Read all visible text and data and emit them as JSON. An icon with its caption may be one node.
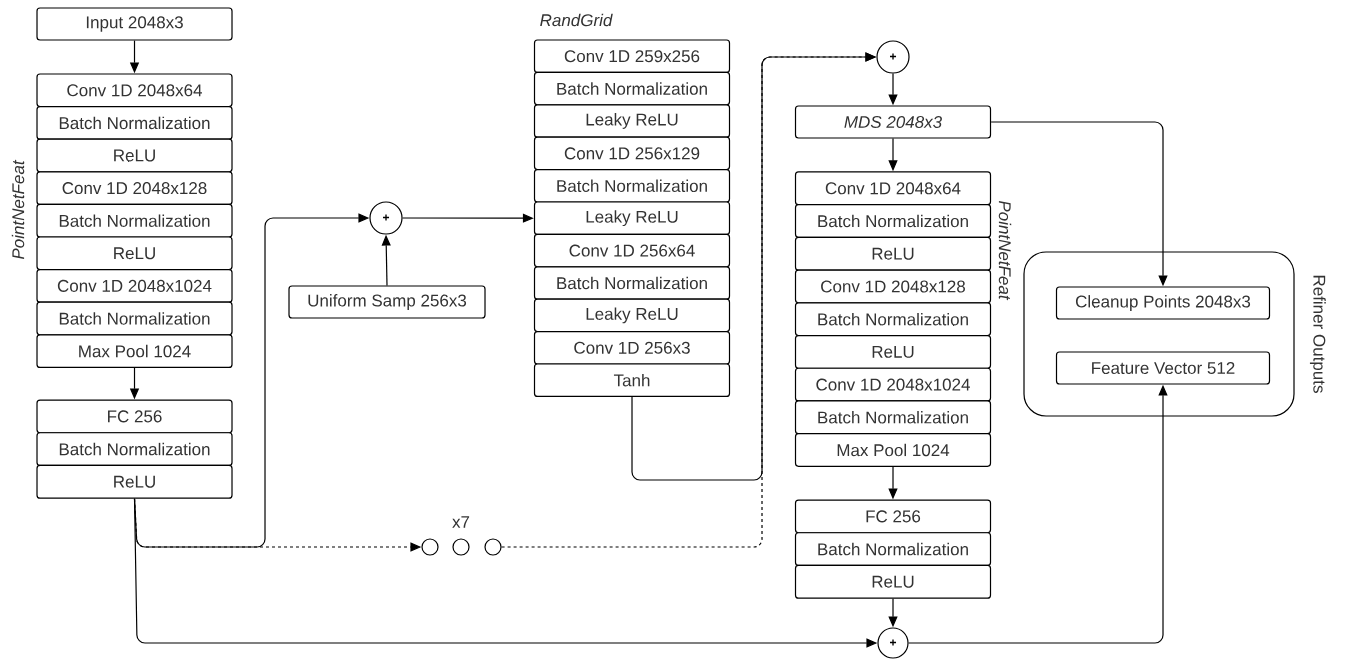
{
  "diagram": {
    "nodes": [
      {
        "text": [
          "Input 2048x3"
        ]
      },
      {
        "text": [
          "Conv 1D 2048x64"
        ]
      },
      {
        "text": [
          "Batch Normalization"
        ]
      },
      {
        "text": [
          "ReLU"
        ]
      },
      {
        "text": [
          "Conv 1D 2048x128"
        ]
      },
      {
        "text": [
          "Batch Normalization"
        ]
      },
      {
        "text": [
          "ReLU"
        ]
      },
      {
        "text": [
          "Conv 1D 2048x1024"
        ]
      },
      {
        "text": [
          "Batch Normalization"
        ]
      },
      {
        "text": [
          "Max Pool 1024"
        ]
      },
      {
        "text": [
          "FC 256"
        ]
      },
      {
        "text": [
          "Batch Normalization"
        ]
      },
      {
        "text": [
          "ReLU"
        ]
      },
      {
        "text": [
          "Uniform Samp 256x3"
        ]
      },
      {
        "text": [
          "+"
        ]
      },
      {
        "text": [
          "Conv 1D 259x256"
        ]
      },
      {
        "text": [
          "Batch Normalization"
        ]
      },
      {
        "text": [
          "Leaky ReLU"
        ]
      },
      {
        "text": [
          "Conv 1D 256x129"
        ]
      },
      {
        "text": [
          "Batch Normalization"
        ]
      },
      {
        "text": [
          "Leaky ReLU"
        ]
      },
      {
        "text": [
          "Conv 1D 256x64"
        ]
      },
      {
        "text": [
          "Batch Normalization"
        ]
      },
      {
        "text": [
          "Leaky ReLU"
        ]
      },
      {
        "text": [
          "Conv 1D 256x3"
        ]
      },
      {
        "text": [
          "Tanh"
        ]
      },
      {
        "text": [
          "+"
        ]
      },
      {
        "text": [
          "MDS 2048x3"
        ]
      },
      {
        "text": [
          "Conv 1D 2048x64"
        ]
      },
      {
        "text": [
          "Batch Normalization"
        ]
      },
      {
        "text": [
          "ReLU"
        ]
      },
      {
        "text": [
          "Conv 1D 2048x128"
        ]
      },
      {
        "text": [
          "Batch Normalization"
        ]
      },
      {
        "text": [
          "ReLU"
        ]
      },
      {
        "text": [
          "Conv 1D 2048x1024"
        ]
      },
      {
        "text": [
          "Batch Normalization"
        ]
      },
      {
        "text": [
          "Max Pool 1024"
        ]
      },
      {
        "text": [
          "FC 256"
        ]
      },
      {
        "text": [
          "Batch Normalization"
        ]
      },
      {
        "text": [
          "ReLU"
        ]
      },
      {
        "text": [
          "+"
        ]
      },
      {
        "text": [],
        "shape": "circle"
      },
      {
        "text": [],
        "shape": "circle"
      },
      {
        "text": [],
        "shape": "circle"
      },
      {
        "text": [
          "Refiner Outputs"
        ]
      },
      {
        "text": [
          "Cleanup Points 2048x3"
        ],
        "in": 44
      },
      {
        "text": [
          "Feature Vector 512"
        ],
        "in": 44
      }
    ],
    "edges": [
      {
        "from": 0,
        "to": 1,
        "arrow": "to"
      },
      {
        "from": 9,
        "to": 10,
        "arrow": "to"
      },
      {
        "from": 12,
        "to": 14,
        "arrow": "to"
      },
      {
        "from": 12,
        "to": 41,
        "arrow": "to",
        "style": "dashed"
      },
      {
        "from": 13,
        "to": 14,
        "arrow": "to"
      },
      {
        "from": 14,
        "to": 20,
        "arrow": "to"
      },
      {
        "from": 25,
        "to": 26,
        "arrow": "to"
      },
      {
        "from": 43,
        "to": 26,
        "arrow": "to",
        "style": "dashed"
      },
      {
        "from": 26,
        "to": 27,
        "arrow": "to"
      },
      {
        "from": 27,
        "to": 28,
        "arrow": "to"
      },
      {
        "from": 27,
        "to": 45,
        "arrow": "to"
      },
      {
        "from": 36,
        "to": 37,
        "arrow": "to"
      },
      {
        "from": 39,
        "to": 40,
        "arrow": "to"
      },
      {
        "from": 12,
        "to": 40,
        "arrow": "to"
      },
      {
        "from": 40,
        "to": 46,
        "arrow": "to"
      }
    ],
    "labels": [
      "RandGrid",
      "PointNetFeat",
      "x7",
      "PointNetFeat"
    ]
  }
}
